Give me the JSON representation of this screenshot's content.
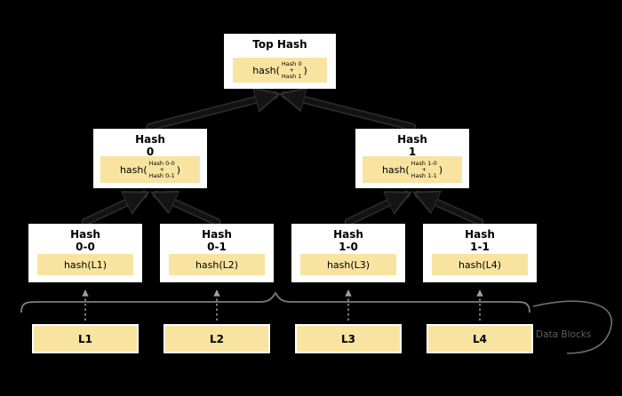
{
  "diagram": {
    "top": {
      "title": "Top Hash",
      "call_open": "hash(",
      "arg1": "Hash 0",
      "plus": "+",
      "arg2": "Hash 1",
      "call_close": ")"
    },
    "hash0": {
      "title1": "Hash",
      "title2": "0",
      "call_open": "hash(",
      "arg1": "Hash 0-0",
      "plus": "+",
      "arg2": "Hash 0-1",
      "call_close": ")"
    },
    "hash1": {
      "title1": "Hash",
      "title2": "1",
      "call_open": "hash(",
      "arg1": "Hash 1-0",
      "plus": "+",
      "arg2": "Hash 1-1",
      "call_close": ")"
    },
    "leaves": [
      {
        "title1": "Hash",
        "title2": "0-0",
        "value": "hash(L1)"
      },
      {
        "title1": "Hash",
        "title2": "0-1",
        "value": "hash(L2)"
      },
      {
        "title1": "Hash",
        "title2": "1-0",
        "value": "hash(L3)"
      },
      {
        "title1": "Hash",
        "title2": "1-1",
        "value": "hash(L4)"
      }
    ],
    "blocks": [
      "L1",
      "L2",
      "L3",
      "L4"
    ],
    "data_blocks_label": "Data Blocks",
    "colors": {
      "background": "#000000",
      "node_background": "#ffffff",
      "highlight_background": "#f9e3a0",
      "text": "#000000",
      "dashed_connector": "#a0a0a0",
      "brace": "#7d7d7d"
    }
  }
}
